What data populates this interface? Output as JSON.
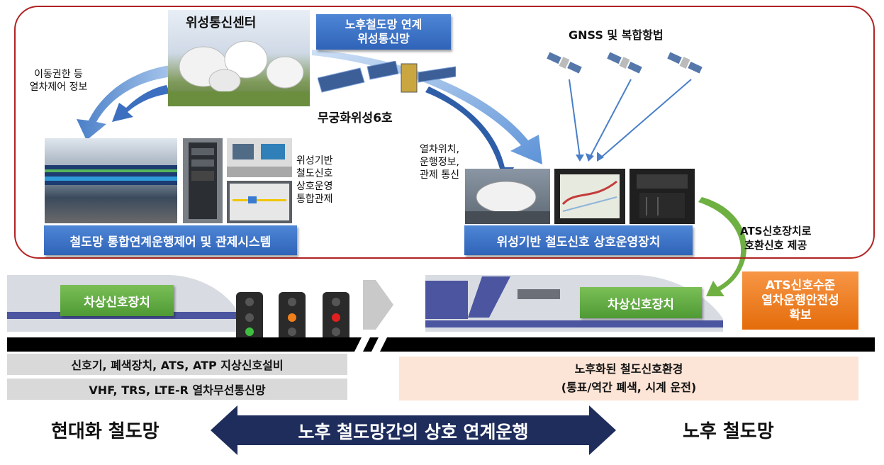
{
  "satellite_center": {
    "title": "위성통신센터"
  },
  "network_box": {
    "line1": "노후철도망 연계",
    "line2": "위성통신망"
  },
  "gnss_label": "GNSS 및 복합항법",
  "satellite_name": "무궁화위성6호",
  "control_info": {
    "line1": "이동권한 등",
    "line2": "열차제어 정보"
  },
  "train_info": {
    "line1": "열차위치,",
    "line2": "운행정보,",
    "line3": "관제 통신"
  },
  "integrated_control": {
    "line1": "위성기반",
    "line2": "철도신호",
    "line3": "상호운영",
    "line4": "통합관제"
  },
  "control_system_label": "철도망 통합연계운행제어 및 관제시스템",
  "signal_device_label": "위성기반 철도신호 상호운영장치",
  "ats_provide": {
    "line1": "ATS신호장치로",
    "line2": "호환신호 제공"
  },
  "onboard_left": "차상신호장치",
  "onboard_right": "차상신호장치",
  "ats_safety": {
    "line1": "ATS신호수준",
    "line2": "열차운행안전성",
    "line3": "확보"
  },
  "left_infra": {
    "line1": "신호기, 폐색장치, ATS, ATP 지상신호설비",
    "line2": "VHF, TRS, LTE-R 열차무선통신망"
  },
  "right_infra": {
    "line1": "노후화된 철도신호환경",
    "line2": "(통표/역간 폐색, 시계 운전)"
  },
  "bottom": {
    "left": "현대화 철도망",
    "center": "노후 철도망간의 상호 연계운행",
    "right": "노후 철도망"
  },
  "colors": {
    "frame": "#b22222",
    "blue": "#2f63b8",
    "green": "#5aa83c",
    "orange": "#e46c0a",
    "navy": "#1f2d5c"
  }
}
